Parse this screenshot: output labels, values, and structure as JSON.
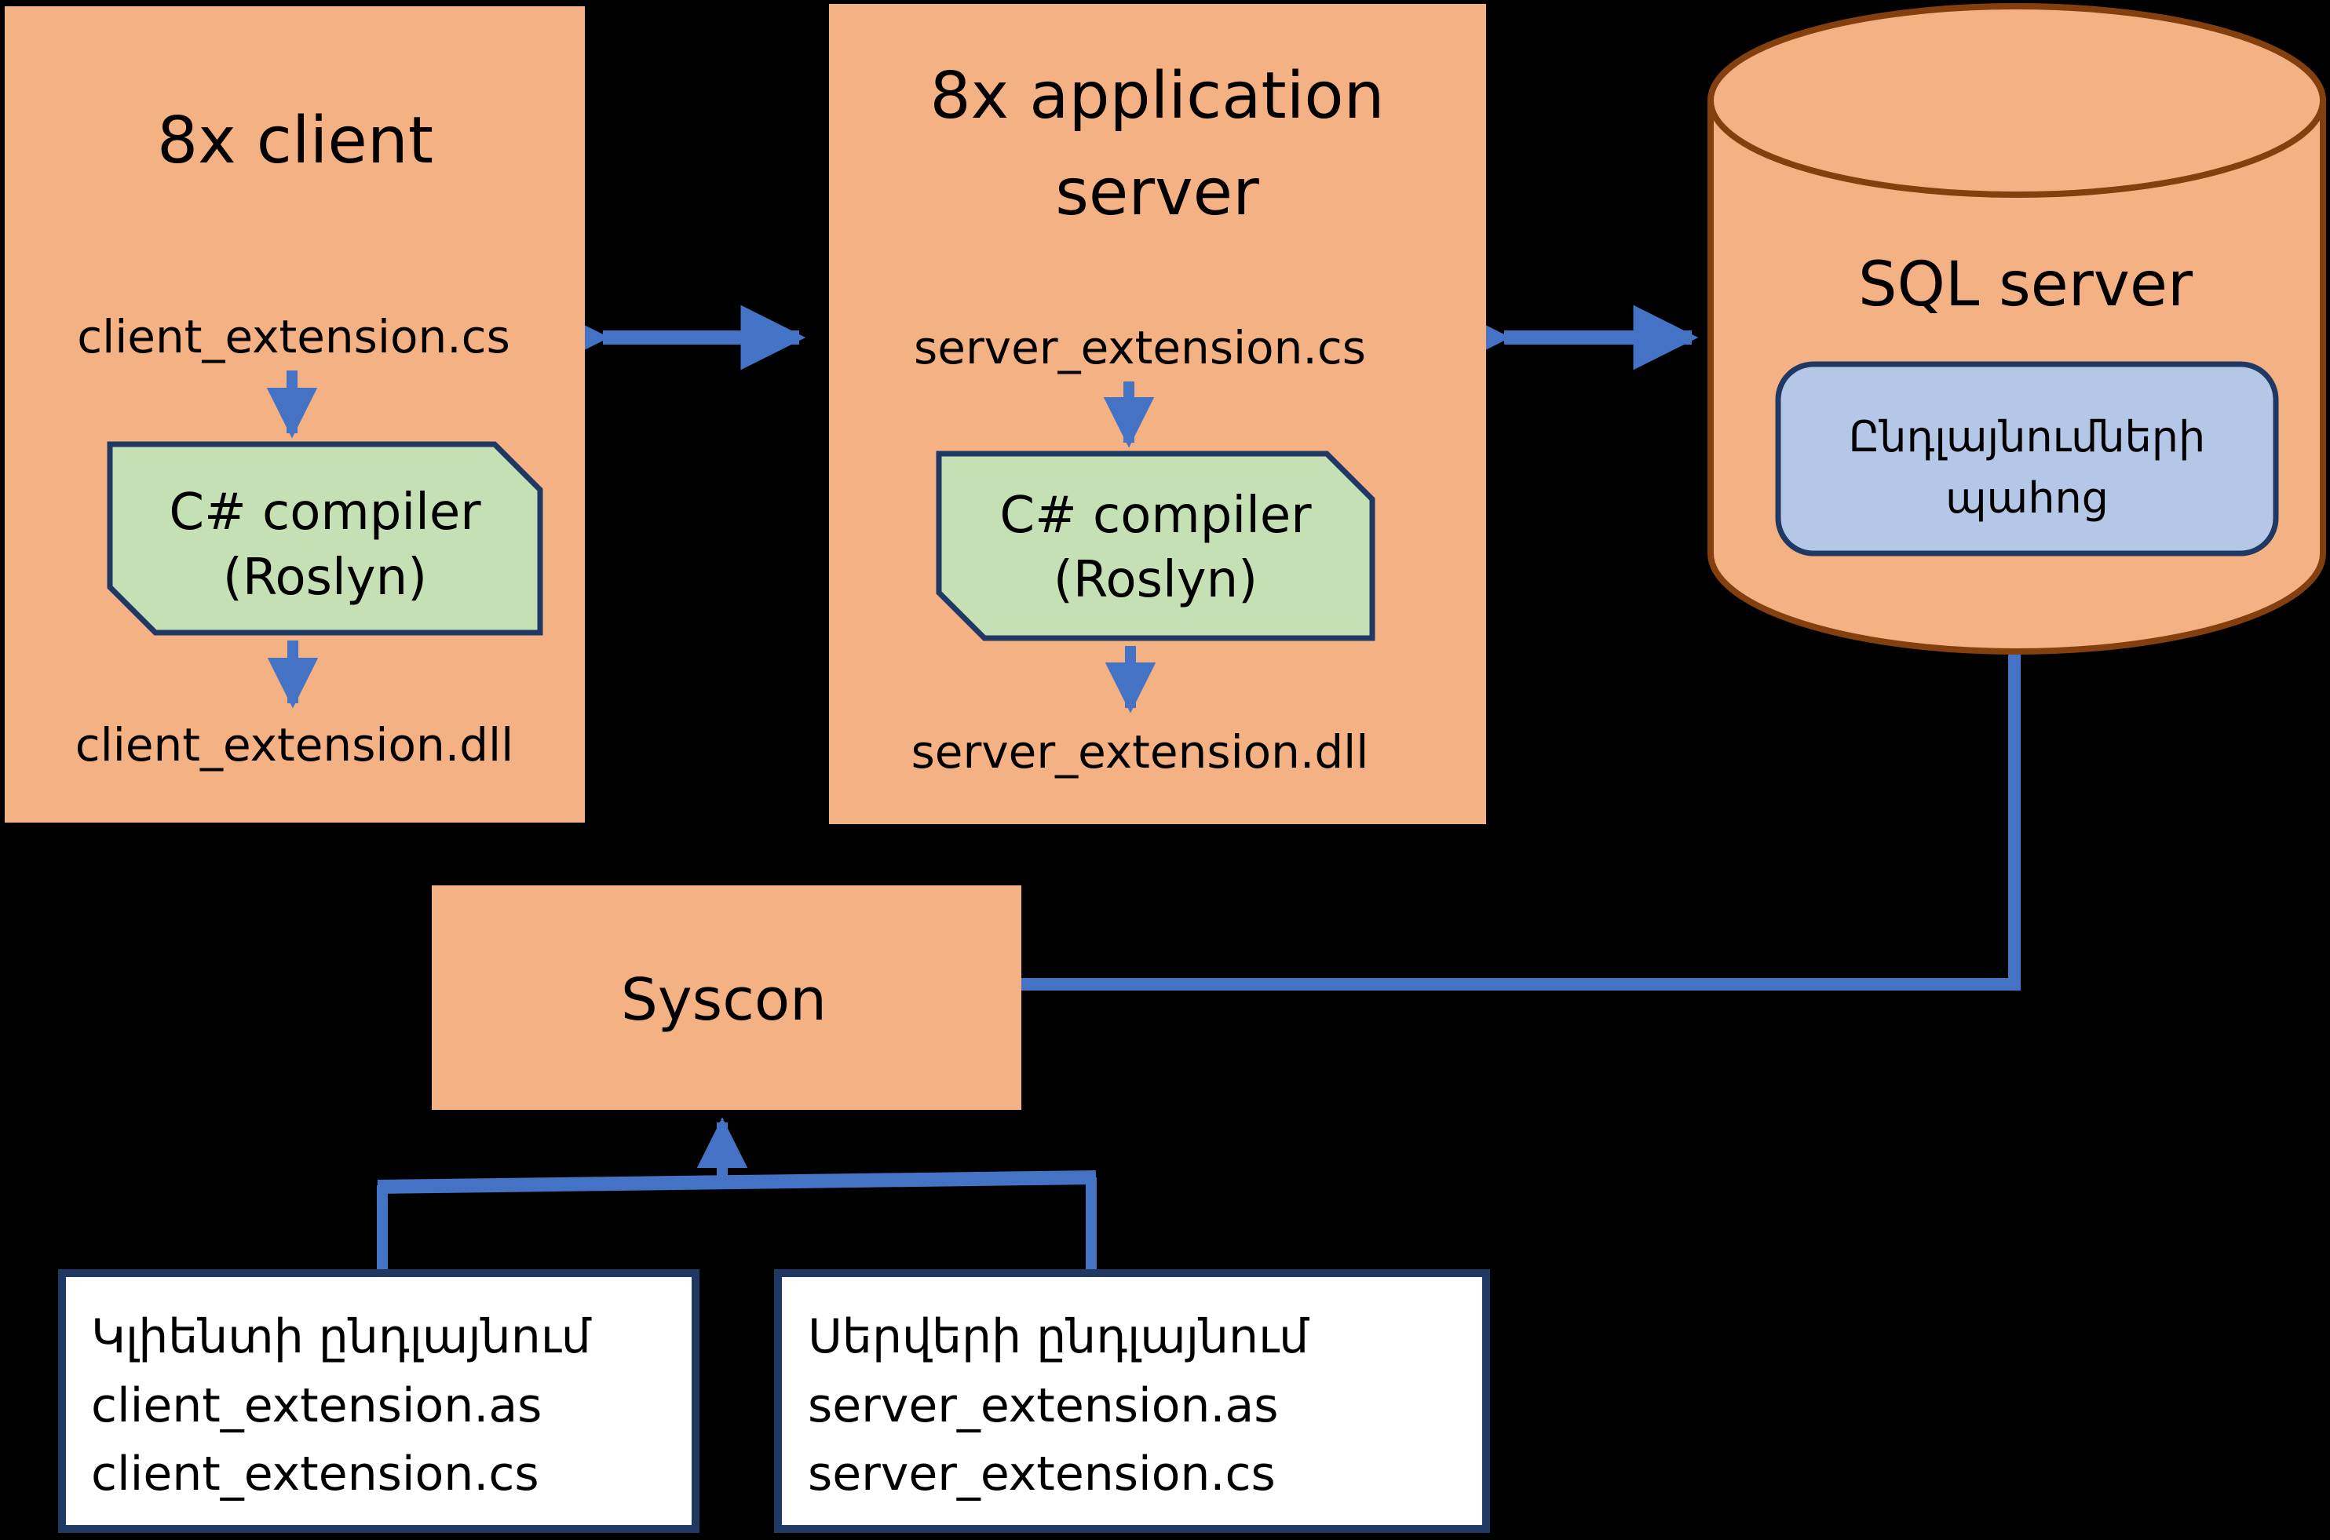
{
  "diagram": {
    "colors": {
      "background": "#000000",
      "node_fill": "#F4B183",
      "compiler_fill": "#C5E0B4",
      "store_fill": "#B4C7E7",
      "node_border": "#1F3864",
      "cylinder_border": "#843F0F",
      "arrow": "#4472C4",
      "text": "#000000"
    },
    "client_box": {
      "title": "8x client",
      "source_file": "client_extension.cs",
      "compiler_line1": "C# compiler",
      "compiler_line2": "(Roslyn)",
      "output_file": "client_extension.dll"
    },
    "app_server_box": {
      "title_line1": "8x application",
      "title_line2": "server",
      "source_file": "server_extension.cs",
      "compiler_line1": "C# compiler",
      "compiler_line2": "(Roslyn)",
      "output_file": "server_extension.dll"
    },
    "sql_server": {
      "title": "SQL server",
      "store_line1": "Ընդլայնումների",
      "store_line2": "պահոց"
    },
    "syscon_box": {
      "title": "Syscon"
    },
    "client_ext_box": {
      "title": "Կլիենտի ընդլայնում",
      "file1": "client_extension.as",
      "file2": "client_extension.cs"
    },
    "server_ext_box": {
      "title": "Սերվերի ընդլայնում",
      "file1": "server_extension.as",
      "file2": "server_extension.cs"
    }
  }
}
